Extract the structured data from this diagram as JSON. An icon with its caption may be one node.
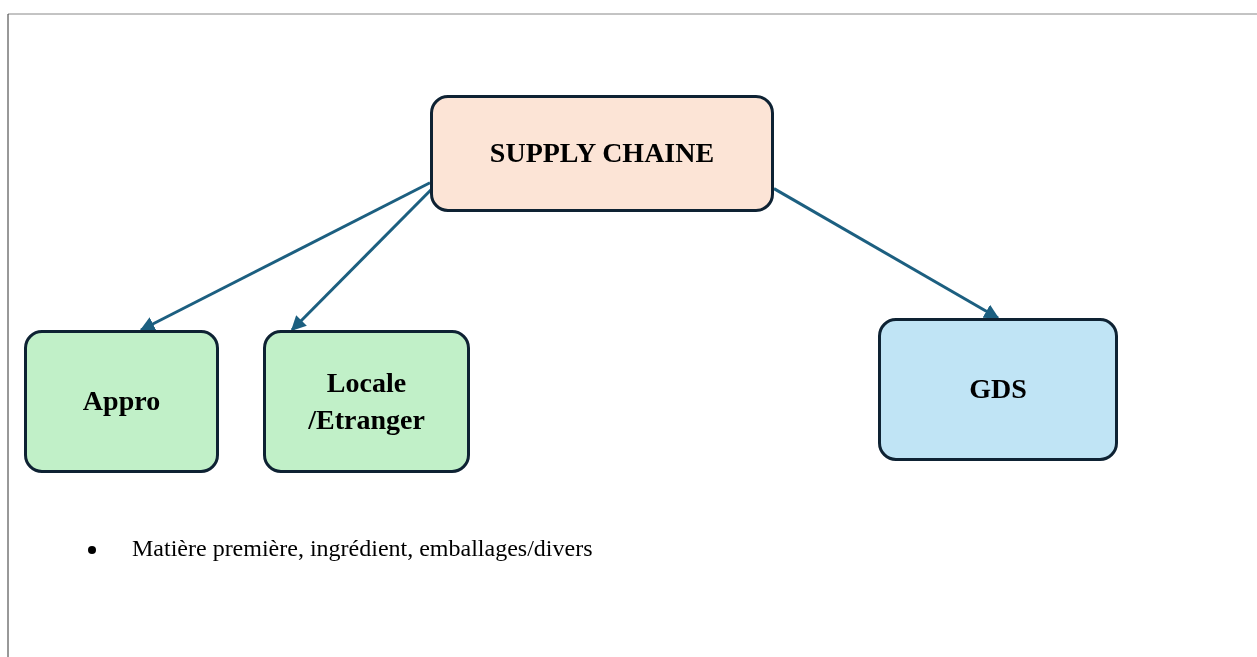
{
  "diagram": {
    "nodes": [
      {
        "text": [
          "SUPPLY CHAINE"
        ]
      },
      {
        "text": [
          "Appro"
        ]
      },
      {
        "text": [
          "Locale /Etranger"
        ]
      },
      {
        "text": [
          "GDS"
        ]
      }
    ],
    "edges": [
      {
        "from": 0,
        "to": 1,
        "arrow": "to"
      },
      {
        "from": 0,
        "to": 2,
        "arrow": "to"
      },
      {
        "from": 0,
        "to": 3,
        "arrow": "to"
      }
    ],
    "labels": [
      "Matière première, ingrédient, emballages/divers"
    ]
  }
}
